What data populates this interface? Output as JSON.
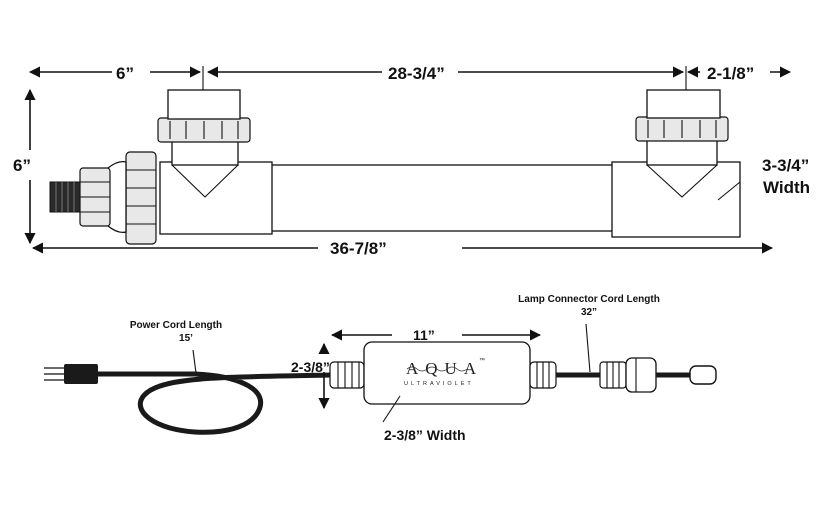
{
  "dimensions": {
    "top_left_length": "6”",
    "top_middle_length": "28-3/4”",
    "top_right_length": "2-1/8”",
    "height": "6”",
    "body_width": "3-3/4”",
    "body_width_label": "Width",
    "overall_length": "36-7/8”",
    "ballast_length": "11”",
    "ballast_height": "2-3/8”",
    "ballast_width": "2-3/8” Width"
  },
  "notes": {
    "power_cord_title": "Power Cord Length",
    "power_cord_value": "15’",
    "lamp_cord_title": "Lamp Connector Cord Length",
    "lamp_cord_value": "32”"
  },
  "logo": {
    "brand": "AQUA",
    "tagline": "ULTRAVIOLET",
    "tm": "™"
  }
}
